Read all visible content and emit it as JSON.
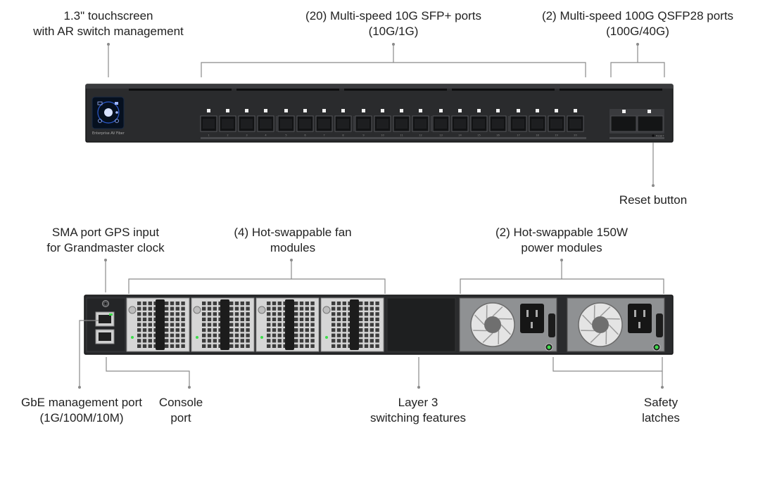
{
  "front_panel": {
    "brand_label": "Enterprise AV Fiber",
    "sfp_port_numbers": [
      "1",
      "2",
      "3",
      "4",
      "5",
      "6",
      "7",
      "8",
      "9",
      "10",
      "11",
      "12",
      "13",
      "14",
      "15",
      "16",
      "17",
      "18",
      "19",
      "20"
    ],
    "reset_label": "RESET",
    "callouts": {
      "touchscreen": [
        "1.3\" touchscreen",
        "with AR switch management"
      ],
      "sfp_ports": [
        "(20) Multi-speed 10G SFP+ ports",
        "(10G/1G)"
      ],
      "qsfp_ports": [
        "(2) Multi-speed 100G QSFP28 ports",
        "(100G/40G)"
      ],
      "reset": [
        "Reset button"
      ]
    }
  },
  "rear_panel": {
    "callouts": {
      "sma_port": [
        "SMA port GPS input",
        "for Grandmaster clock"
      ],
      "fan_modules": [
        "(4) Hot-swappable fan",
        "modules"
      ],
      "power_modules": [
        "(2) Hot-swappable 150W",
        "power modules"
      ],
      "mgmt_port": [
        "GbE management port",
        "(1G/100M/10M)"
      ],
      "console_port": [
        "Console",
        "port"
      ],
      "layer3": [
        "Layer 3",
        "switching features"
      ],
      "safety_latches": [
        "Safety",
        "latches"
      ]
    }
  },
  "colors": {
    "chassis": "#2a2b2d",
    "chassis_edge": "#151617",
    "leader_line": "#8a8a8a",
    "led_green": "#3ddc4a",
    "fan_module": "#dcdcdc"
  }
}
